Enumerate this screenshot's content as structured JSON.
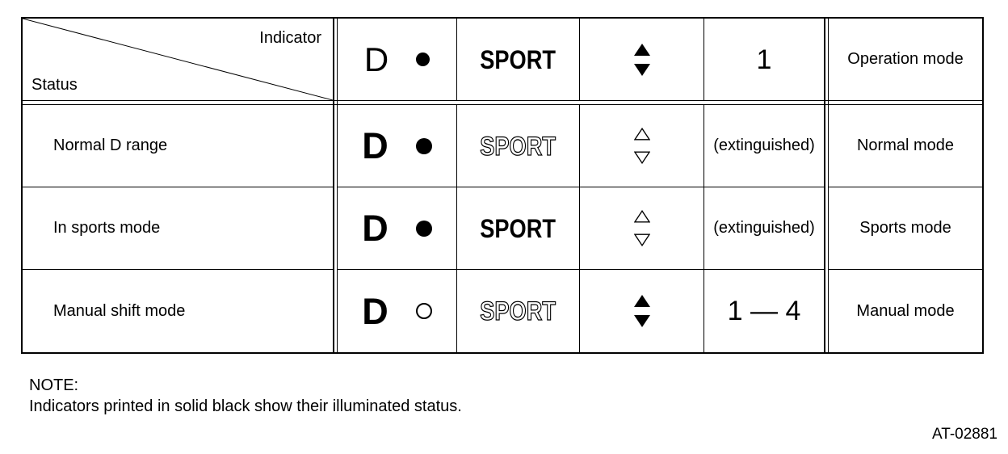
{
  "colors": {
    "ink": "#000000",
    "background": "#ffffff"
  },
  "table": {
    "corner": {
      "indicator_label": "Indicator",
      "status_label": "Status"
    },
    "header": {
      "d_letter": "D",
      "d_lamp": "filled",
      "sport_label": "SPORT",
      "sport_style": "solid",
      "arrows_style": "filled",
      "gear_label": "1",
      "mode_label": "Operation mode"
    },
    "rows": [
      {
        "status": "Normal D range",
        "d_letter": "D",
        "d_lamp": "filled",
        "sport_label": "SPORT",
        "sport_style": "outline",
        "arrows_style": "outline",
        "gear_label": "(extinguished)",
        "mode_label": "Normal mode"
      },
      {
        "status": "In sports mode",
        "d_letter": "D",
        "d_lamp": "filled",
        "sport_label": "SPORT",
        "sport_style": "solid",
        "arrows_style": "outline",
        "gear_label": "(extinguished)",
        "mode_label": "Sports mode"
      },
      {
        "status": "Manual shift mode",
        "d_letter": "D",
        "d_lamp": "hollow",
        "sport_label": "SPORT",
        "sport_style": "outline",
        "arrows_style": "filled",
        "gear_label": "1 — 4",
        "mode_label": "Manual mode"
      }
    ]
  },
  "note": {
    "title": "NOTE:",
    "body": "Indicators printed in solid black show their illuminated status."
  },
  "figure_code": "AT-02881"
}
